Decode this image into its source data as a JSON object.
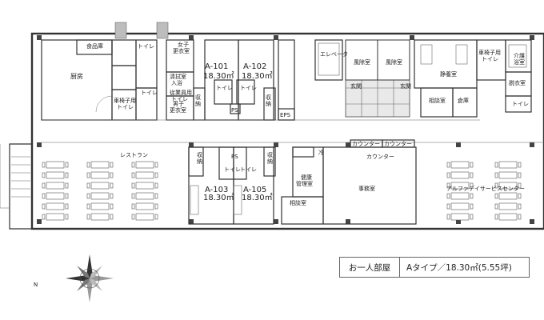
{
  "rooms": {
    "kitchen": "厨房",
    "food_storage": "食品庫",
    "toilet": "トイレ",
    "wc_toilet": "車椅子用\nトイレ",
    "female_change": "女子\n更衣室",
    "male_change": "男子\n更衣室",
    "staff_toilet": "従業員用\nトイレ",
    "bath": "清拭室\n入浴",
    "storage": "収納",
    "storage_v": "収\n納",
    "toilet_v": "トイレ",
    "ps": "PS",
    "eps": "EPS",
    "elevator": "エレベータ",
    "wind_room1": "風除室",
    "wind_room2": "風除室",
    "entrance1": "玄関",
    "entrance2": "玄関",
    "quiet_room": "静養室",
    "consult_room": "相談室",
    "warehouse": "倉庫",
    "care_bath": "介護\n浴室",
    "undress": "脱衣室",
    "wc_toilet2": "車椅子用\nトイレ",
    "toilet2": "トイレ",
    "restaurant": "レストラン",
    "counter1": "カウンター",
    "counter2": "カウンター",
    "counter3": "カウンター",
    "cold": "冷",
    "health_room": "健康\n管理室",
    "consult2": "相談室",
    "office": "事務室",
    "alpha_center": "アルファデイサービスセンター"
  },
  "units": [
    {
      "id": "A-101",
      "area": "18.30㎡"
    },
    {
      "id": "A-102",
      "area": "18.30㎡"
    },
    {
      "id": "A-103",
      "area": "18.30㎡"
    },
    {
      "id": "A-105",
      "area": "18.30㎡"
    }
  ],
  "compass": {
    "north": "N"
  },
  "legend": {
    "room_label": "お一人部屋",
    "type_text": "Aタイプ／18.30㎡(5.55坪)"
  }
}
